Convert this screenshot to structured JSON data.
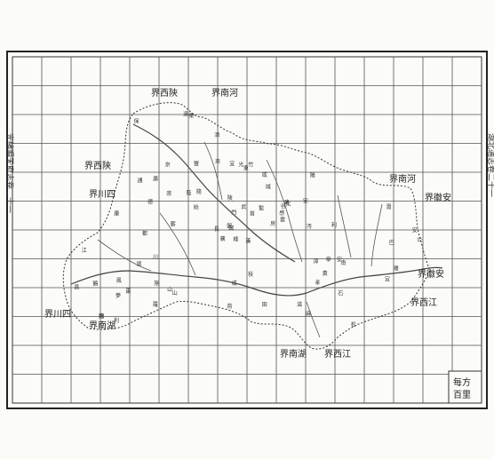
{
  "border_labels": {
    "shaanxi_top": "界西陝",
    "henan_top": "界南河",
    "shaanxi_left": "界西陝",
    "sichuan": "界川四",
    "henan_right": "界南河",
    "anhui_right": "界徽安",
    "anhui_lower": "界徽安",
    "jiangxi_right": "界西江",
    "sichuan_lower": "界川四",
    "hunan_left": "界南湖",
    "hunan_bottom": "界南湖",
    "jiangxi_bottom": "界西江"
  },
  "place_labels": [
    "漢",
    "鄖",
    "均",
    "谷",
    "山",
    "竹",
    "房",
    "保",
    "康",
    "襄",
    "陽",
    "宜",
    "城",
    "棗",
    "隨",
    "光",
    "化",
    "南",
    "漳",
    "穀",
    "荊",
    "門",
    "京",
    "山",
    "安",
    "陸",
    "德",
    "孝",
    "感",
    "雲",
    "夢",
    "黃",
    "麻",
    "羅",
    "田",
    "蘄",
    "廣",
    "濟",
    "武",
    "昌",
    "咸",
    "寧",
    "崇",
    "陽",
    "通",
    "江",
    "陵",
    "監",
    "利",
    "沔",
    "陽",
    "潛",
    "枝",
    "松",
    "滋",
    "公",
    "安",
    "石",
    "首",
    "宜",
    "都",
    "遠",
    "安",
    "恩",
    "施",
    "建",
    "始",
    "巴",
    "東",
    "長",
    "樂",
    "鶴",
    "峰",
    "來",
    "鳳",
    "咸",
    "豐",
    "利",
    "川"
  ],
  "scale": {
    "line1": "每方",
    "line2": "百里"
  },
  "spine_left": "光緒順天府志卷二十一",
  "spine_right": "湖北通志卷二十一"
}
